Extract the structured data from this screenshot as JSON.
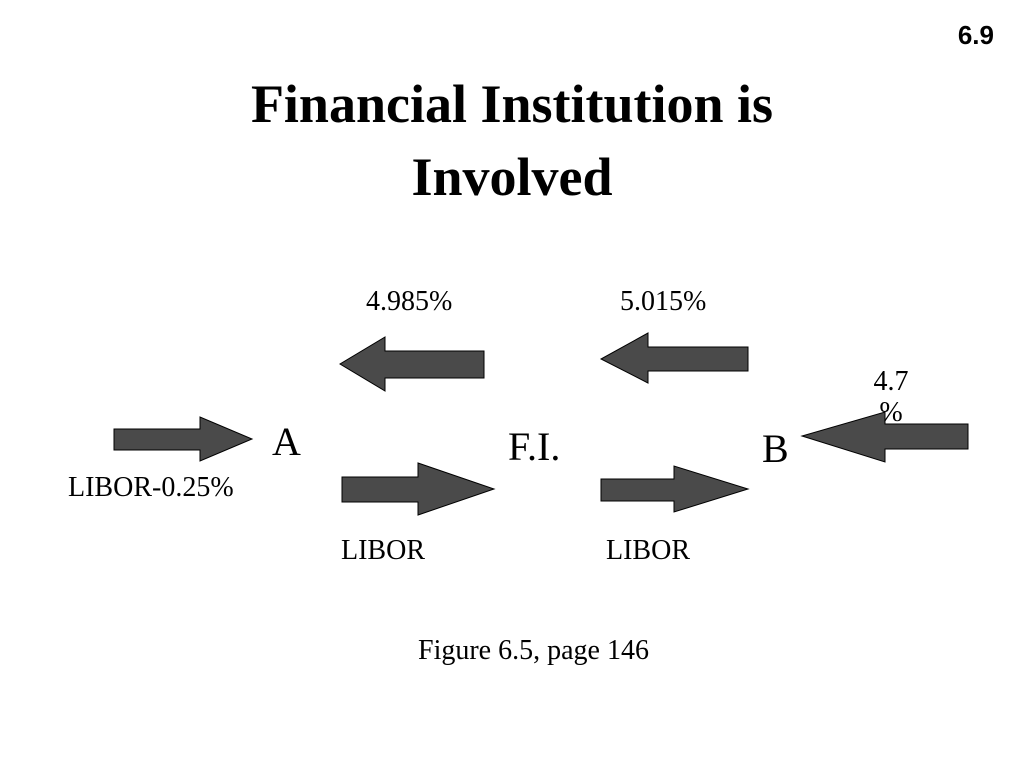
{
  "slide_number": "6.9",
  "title": {
    "line1": "Financial Institution is",
    "line2": "Involved"
  },
  "nodes": {
    "a": "A",
    "fi": "F.I.",
    "b": "B"
  },
  "rates": {
    "fi_to_a": "4.985%",
    "b_to_fi": "5.015%",
    "b_fixed_top": "4.7",
    "b_fixed_bottom": "%",
    "a_floating": "LIBOR-0.25%",
    "a_to_fi": "LIBOR",
    "fi_to_b": "LIBOR"
  },
  "caption": "Figure 6.5, page 146",
  "colors": {
    "arrow_fill": "#4a4a4a",
    "arrow_stroke": "#000000"
  }
}
